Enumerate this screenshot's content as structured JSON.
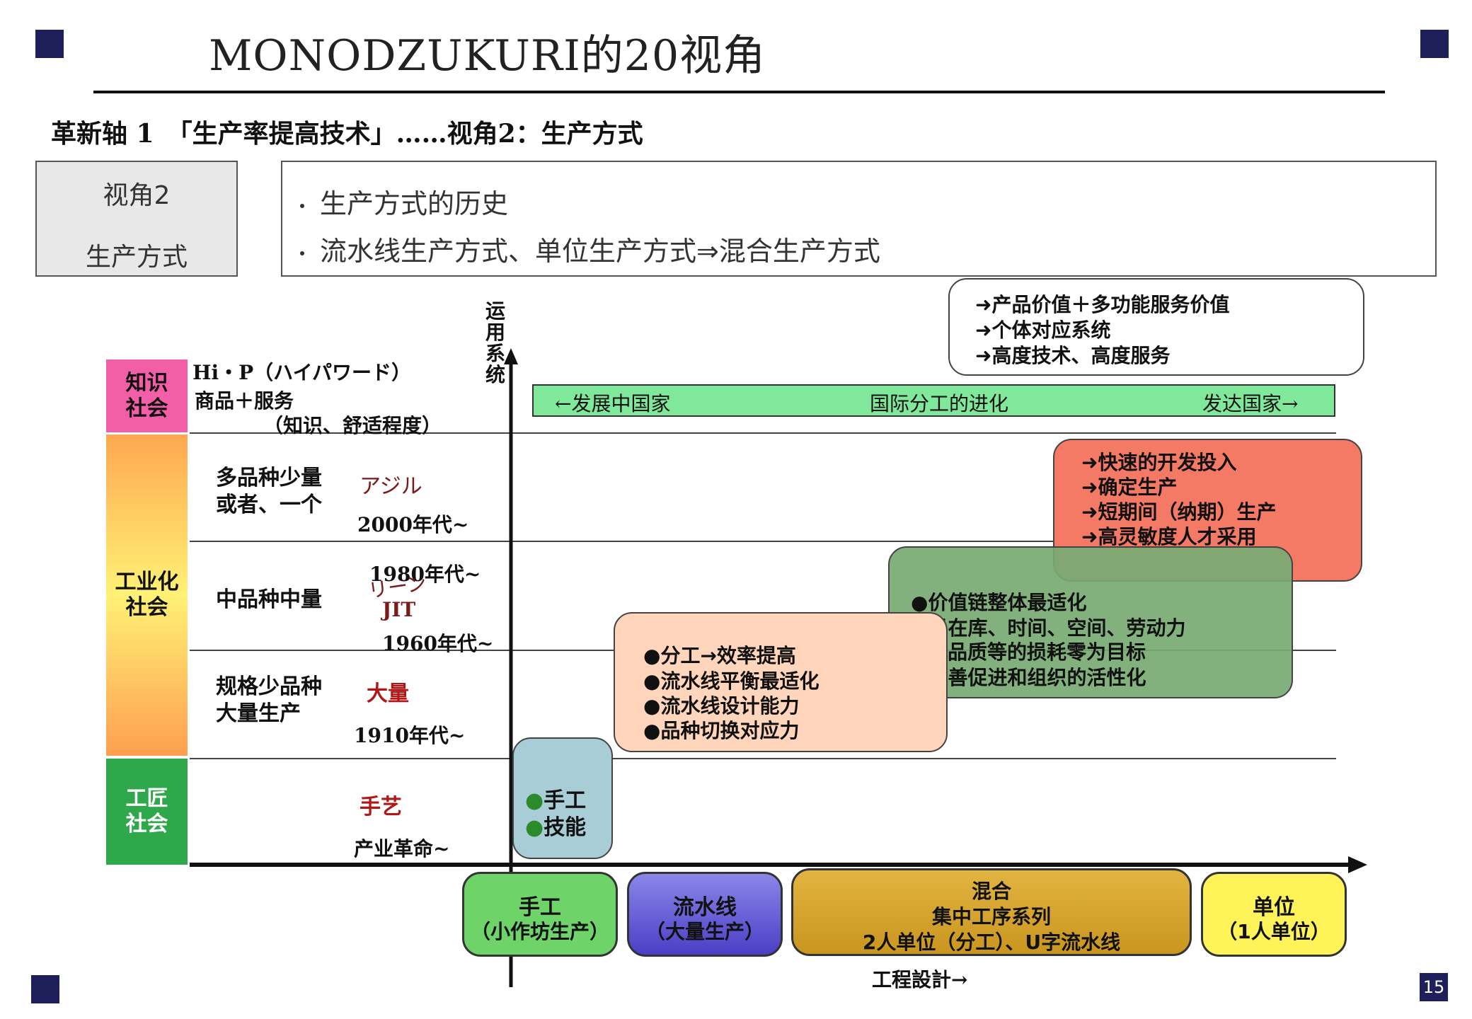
{
  "title": "MONODZUKURI的20视角",
  "subtitle": "革新轴 1　「生产率提高技术」……视角2：生产方式",
  "viewpoint": {
    "line1": "视角2",
    "line2": "生产方式"
  },
  "description": [
    "生产方式的历史",
    "流水线生产方式、单位生产方式⇒混合生产方式"
  ],
  "y_axis_label": [
    "运",
    "用",
    "系",
    "统"
  ],
  "top_box": [
    "产品价值＋多功能服务价值",
    "个体对应系统",
    "高度技术、高度服务"
  ],
  "green_banner": {
    "left": "←发展中国家",
    "center": "国际分工的进化",
    "right": "发达国家→"
  },
  "societies": {
    "knowledge": [
      "知识",
      "社会"
    ],
    "industrial": [
      "工业化",
      "社会"
    ],
    "craft": [
      "工匠",
      "社会"
    ]
  },
  "knowledge_row": {
    "line1": "Hi・P（ハイパワード）",
    "line2": "商品＋服务",
    "line3": "（知识、舒适程度）"
  },
  "rows": [
    {
      "left": [
        "多品种少量",
        "或者、一个"
      ],
      "mid": "アジル",
      "era": "2000年代~"
    },
    {
      "left": [
        "中品种中量"
      ],
      "mid": "リーン",
      "mid2": "JIT",
      "era_top": "1980年代~",
      "era": "1960年代~"
    },
    {
      "left": [
        "规格少品种",
        "大量生产"
      ],
      "mid": "大量",
      "era": "1910年代~"
    },
    {
      "left": [],
      "mid": "手艺",
      "era": "产业革命~"
    }
  ],
  "red_box": [
    "快速的开发投入",
    "确定生产",
    "短期间（纳期）生产",
    "高灵敏度人才采用"
  ],
  "green_box": [
    "价值链整体最适化",
    "以在库、时间、空间、劳动力",
    "品质等的损耗零为目标",
    "改善促进和组织的活性化"
  ],
  "orange_box": [
    "分工→效率提高",
    "流水线平衡最适化",
    "流水线设计能力",
    "品种切换对应力"
  ],
  "blue_box": [
    "手工",
    "技能"
  ],
  "bottom": {
    "handwork": [
      "手工",
      "（小作坊生产）"
    ],
    "line": [
      "流水线",
      "（大量生产）"
    ],
    "mixed": [
      "混合",
      "集中工序系列",
      "2人单位（分工）、U字流水线"
    ],
    "unit": [
      "单位",
      "（1人单位）"
    ]
  },
  "x_axis_label": "工程設計→",
  "page_number": "15",
  "colors": {
    "navy": "#1f1f5c",
    "banner": "#7fe89a",
    "red": "#f47a66",
    "green": "#7fae7a",
    "orange": "#ffd0b0",
    "blue": "#a9cdd6"
  }
}
